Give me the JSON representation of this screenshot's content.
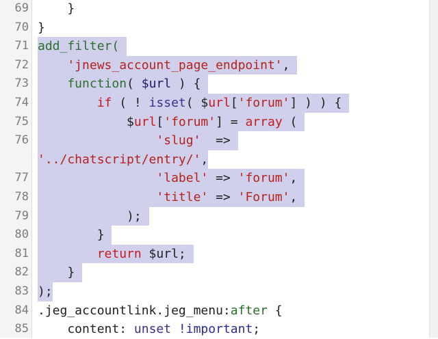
{
  "editor": {
    "lines": [
      {
        "n": "69",
        "parts": [
          {
            "t": "    }",
            "c": "plain"
          }
        ],
        "sel": false
      },
      {
        "n": "70",
        "parts": [
          {
            "t": "}",
            "c": "plain"
          }
        ],
        "sel": false
      },
      {
        "n": "71",
        "parts": [
          {
            "t": "add_filter(",
            "c": "fn"
          },
          {
            "t": " ",
            "c": "plain"
          }
        ],
        "sel": true
      },
      {
        "n": "72",
        "parts": [
          {
            "t": "    'jnews_account_page_endpoint'",
            "c": "str"
          },
          {
            "t": ",",
            "c": "plain"
          },
          {
            "t": " ",
            "c": "plain"
          }
        ],
        "sel": true
      },
      {
        "n": "73",
        "parts": [
          {
            "t": "    function",
            "c": "fn"
          },
          {
            "t": "( ",
            "c": "plain"
          },
          {
            "t": "$url",
            "c": "var"
          },
          {
            "t": " ) {",
            "c": "plain"
          },
          {
            "t": " ",
            "c": "plain"
          }
        ],
        "sel": true
      },
      {
        "n": "74",
        "parts": [
          {
            "t": "        if",
            "c": "kw"
          },
          {
            "t": " ( ! ",
            "c": "plain"
          },
          {
            "t": "isset",
            "c": "fn2"
          },
          {
            "t": "( $",
            "c": "plain"
          },
          {
            "t": "url",
            "c": "kw"
          },
          {
            "t": "[",
            "c": "plain"
          },
          {
            "t": "'forum'",
            "c": "str"
          },
          {
            "t": "] ) ) {",
            "c": "plain"
          },
          {
            "t": " ",
            "c": "plain"
          }
        ],
        "sel": true
      },
      {
        "n": "75",
        "parts": [
          {
            "t": "            $",
            "c": "plain"
          },
          {
            "t": "url",
            "c": "kw"
          },
          {
            "t": "[",
            "c": "plain"
          },
          {
            "t": "'forum'",
            "c": "str"
          },
          {
            "t": "] = ",
            "c": "plain"
          },
          {
            "t": "array",
            "c": "kw"
          },
          {
            "t": " (",
            "c": "plain"
          },
          {
            "t": " ",
            "c": "plain"
          }
        ],
        "sel": true
      },
      {
        "n": "76",
        "parts": [
          {
            "t": "                'slug'",
            "c": "str"
          },
          {
            "t": "  =>",
            "c": "plain"
          },
          {
            "t": " ",
            "c": "plain"
          }
        ],
        "sel": true
      },
      {
        "n": "",
        "parts": [
          {
            "t": "'../chatscript/entry/'",
            "c": "str"
          },
          {
            "t": ",",
            "c": "plain"
          }
        ],
        "sel": true
      },
      {
        "n": "77",
        "parts": [
          {
            "t": "                'label'",
            "c": "str"
          },
          {
            "t": " => ",
            "c": "plain"
          },
          {
            "t": "'forum'",
            "c": "str"
          },
          {
            "t": ",",
            "c": "plain"
          },
          {
            "t": " ",
            "c": "plain"
          }
        ],
        "sel": true
      },
      {
        "n": "78",
        "parts": [
          {
            "t": "                'title'",
            "c": "str"
          },
          {
            "t": " => ",
            "c": "plain"
          },
          {
            "t": "'Forum'",
            "c": "str"
          },
          {
            "t": ",",
            "c": "plain"
          },
          {
            "t": " ",
            "c": "plain"
          }
        ],
        "sel": true
      },
      {
        "n": "79",
        "parts": [
          {
            "t": "            );",
            "c": "plain"
          },
          {
            "t": " ",
            "c": "plain"
          }
        ],
        "sel": true
      },
      {
        "n": "80",
        "parts": [
          {
            "t": "        }",
            "c": "plain"
          },
          {
            "t": " ",
            "c": "plain"
          }
        ],
        "sel": true
      },
      {
        "n": "81",
        "parts": [
          {
            "t": "        return",
            "c": "kw"
          },
          {
            "t": " $url;",
            "c": "plain"
          },
          {
            "t": " ",
            "c": "plain"
          }
        ],
        "sel": true
      },
      {
        "n": "82",
        "parts": [
          {
            "t": "    }",
            "c": "plain"
          },
          {
            "t": " ",
            "c": "plain"
          }
        ],
        "sel": true
      },
      {
        "n": "83",
        "parts": [
          {
            "t": ");",
            "c": "plain"
          }
        ],
        "sel": true
      },
      {
        "n": "84",
        "parts": [
          {
            "t": ".jeg_accountlink.jeg_menu:",
            "c": "plain"
          },
          {
            "t": "after",
            "c": "fn"
          },
          {
            "t": " {",
            "c": "plain"
          }
        ],
        "sel": false
      },
      {
        "n": "85",
        "parts": [
          {
            "t": "    content: ",
            "c": "plain"
          },
          {
            "t": "unset",
            "c": "fn2"
          },
          {
            "t": " ",
            "c": "plain"
          },
          {
            "t": "!important",
            "c": "imp"
          },
          {
            "t": ";",
            "c": "plain"
          }
        ],
        "sel": false
      }
    ]
  }
}
